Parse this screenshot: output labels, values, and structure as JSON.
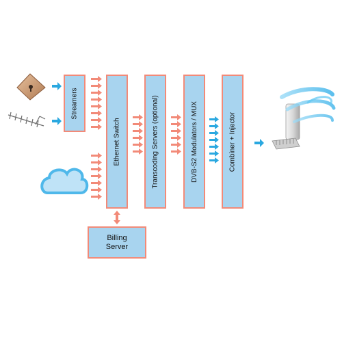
{
  "blocks": {
    "streamers": "Streamers",
    "ethernet_switch": "Ethernet Switch",
    "transcoding": "Transcoding Servers (optional)",
    "modulators": "DVB-S2 Modulators / MUX",
    "combiner": "Combiner + Injector",
    "billing_line1": "Billing",
    "billing_line2": "Server"
  },
  "colors": {
    "block_fill": "#a8d4ef",
    "block_border": "#f28a78",
    "salmon_arrow": "#f28a78",
    "blue_arrow": "#2aa8e0",
    "cloud_fill": "#bfe3f7",
    "cloud_outline": "#4fb8ea"
  },
  "icons": {
    "sources": [
      "satellite-dish-icon",
      "antenna-icon",
      "cloud-icon"
    ],
    "output": [
      "transmitter-tower-icon",
      "broadcast-wave-icon"
    ]
  }
}
